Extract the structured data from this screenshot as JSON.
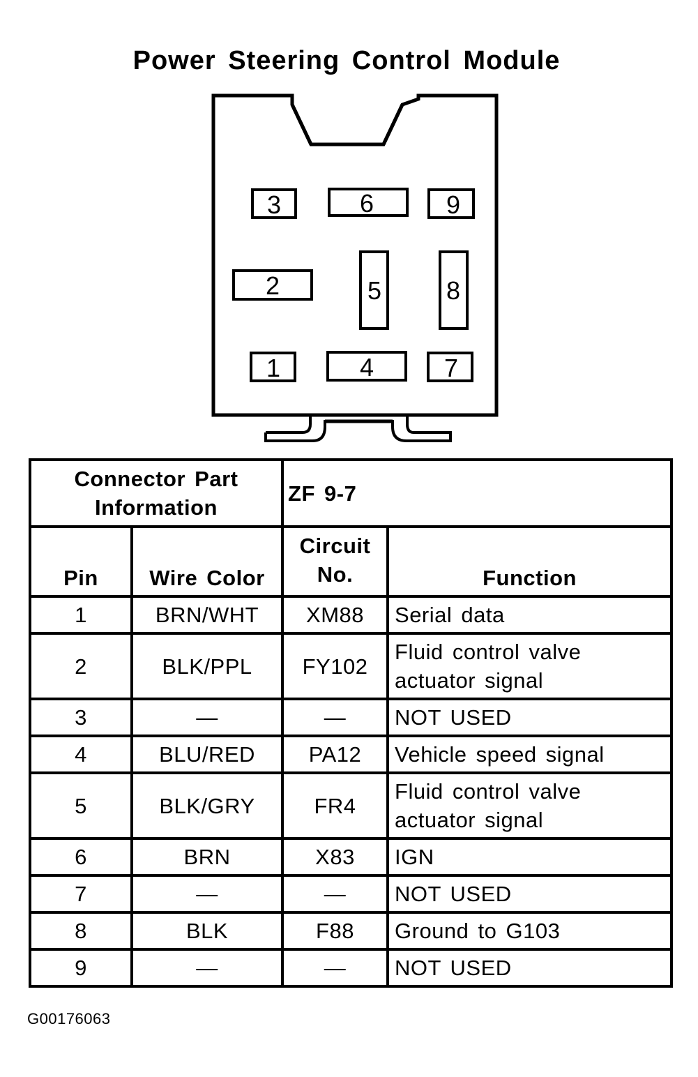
{
  "title": "Power Steering Control Module",
  "connector": {
    "pins": [
      "1",
      "2",
      "3",
      "4",
      "5",
      "6",
      "7",
      "8",
      "9"
    ]
  },
  "table": {
    "connector_part_label": "Connector Part Information",
    "connector_part_value": "ZF 9-7",
    "headers": {
      "pin": "Pin",
      "wire_color": "Wire Color",
      "circuit_no": "Circuit No.",
      "function": "Function"
    },
    "rows": [
      {
        "pin": "1",
        "wire_color": "BRN/WHT",
        "circuit_no": "XM88",
        "function": "Serial data"
      },
      {
        "pin": "2",
        "wire_color": "BLK/PPL",
        "circuit_no": "FY102",
        "function": "Fluid control valve actuator signal"
      },
      {
        "pin": "3",
        "wire_color": "—",
        "circuit_no": "—",
        "function": "NOT USED"
      },
      {
        "pin": "4",
        "wire_color": "BLU/RED",
        "circuit_no": "PA12",
        "function": "Vehicle speed signal"
      },
      {
        "pin": "5",
        "wire_color": "BLK/GRY",
        "circuit_no": "FR4",
        "function": "Fluid control valve actuator signal"
      },
      {
        "pin": "6",
        "wire_color": "BRN",
        "circuit_no": "X83",
        "function": "IGN"
      },
      {
        "pin": "7",
        "wire_color": "—",
        "circuit_no": "—",
        "function": "NOT USED"
      },
      {
        "pin": "8",
        "wire_color": "BLK",
        "circuit_no": "F88",
        "function": "Ground to G103"
      },
      {
        "pin": "9",
        "wire_color": "—",
        "circuit_no": "—",
        "function": "NOT USED"
      }
    ]
  },
  "figure_id": "G00176063"
}
